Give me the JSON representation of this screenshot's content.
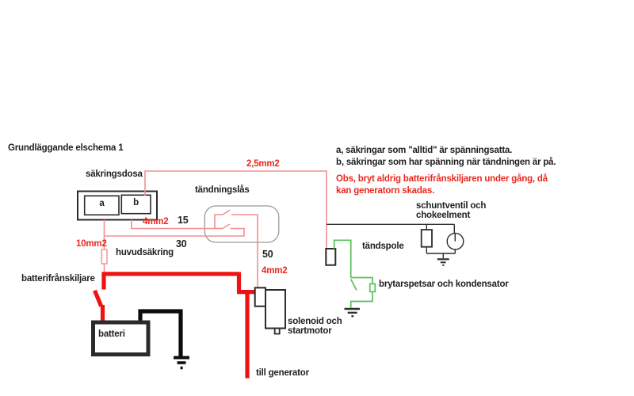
{
  "palette": {
    "text_black": "#1f1f1f",
    "text_red": "#e8291f",
    "wire_red": "#f19090",
    "cable_red": "#ee1313",
    "wire_green": "#58bf58",
    "wire_black": "#2e2e2e",
    "cable_black": "#0d0d0d",
    "box_black": "#2b2b2b",
    "lock_outline": "#999999"
  },
  "title": "Grundläggande elschema 1",
  "notes": {
    "note_a": "a, säkringar som \"alltid\" är spänningsatta.",
    "note_b": "b, säkringar som har spänning när tändningen är på.",
    "warning_line1": "Obs, bryt aldrig batterifrånskiljaren under gång, då",
    "warning_line2": "kan generatorn skadas."
  },
  "components": {
    "fuse_box": {
      "label": "säkringsdosa",
      "fuse_a": "a",
      "fuse_b": "b"
    },
    "ignition_lock": {
      "label": "tändningslås"
    },
    "main_fuse": {
      "label": "huvudsäkring"
    },
    "battery_disconnect": {
      "label": "batterifrånskiljare"
    },
    "battery": {
      "label": "batteri"
    },
    "starter": {
      "line1": "solenoid och",
      "line2": "startmotor"
    },
    "generator": {
      "label": "till generator"
    },
    "ignition_coil": {
      "label": "tändspole"
    },
    "shunt_valve": {
      "line1": "schuntventil och",
      "line2": "chokeelment"
    },
    "breaker": {
      "label": "brytarspetsar och kondensator"
    }
  },
  "wire_labels": {
    "w25": "2,5mm2",
    "w4_upper": "4mm2",
    "w4_lower": "4mm2",
    "w10": "10mm2",
    "t15": "15",
    "t30": "30",
    "t50": "50"
  }
}
